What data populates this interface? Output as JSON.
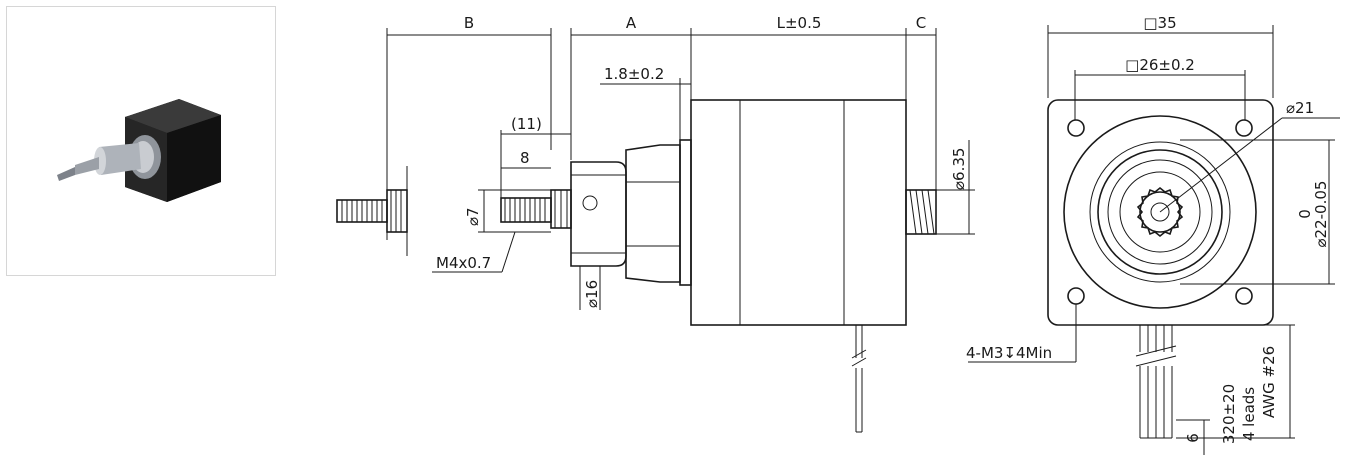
{
  "drawing": {
    "dimensions": {
      "b": "B",
      "a": "A",
      "l": "L±0.5",
      "c": "C",
      "flange_step": "1.8±0.2",
      "nut_length_outer": "(11)",
      "nut_length": "8",
      "nut_dia": "⌀7",
      "thread": "M4x0.7",
      "boss_dia": "⌀16",
      "shaft_dia": "⌀6.35",
      "square": "□35",
      "hole_spacing": "□26±0.2",
      "pilot_dia": "⌀21",
      "pilot_tol_upper": "0",
      "pilot_dia_tol": "⌀22-0.05",
      "mount_holes": "4-M3↧4Min",
      "lead_length": "320±20",
      "lead_count": "4 leads",
      "lead_gauge": "AWG #26",
      "strip_length": "6"
    }
  },
  "colors": {
    "line": "#1a1a1a",
    "motor_body": "#1c1c1c",
    "shaft_metal": "#b8bcc2"
  },
  "icons": {
    "photo": "stepper-motor-photo-icon"
  }
}
